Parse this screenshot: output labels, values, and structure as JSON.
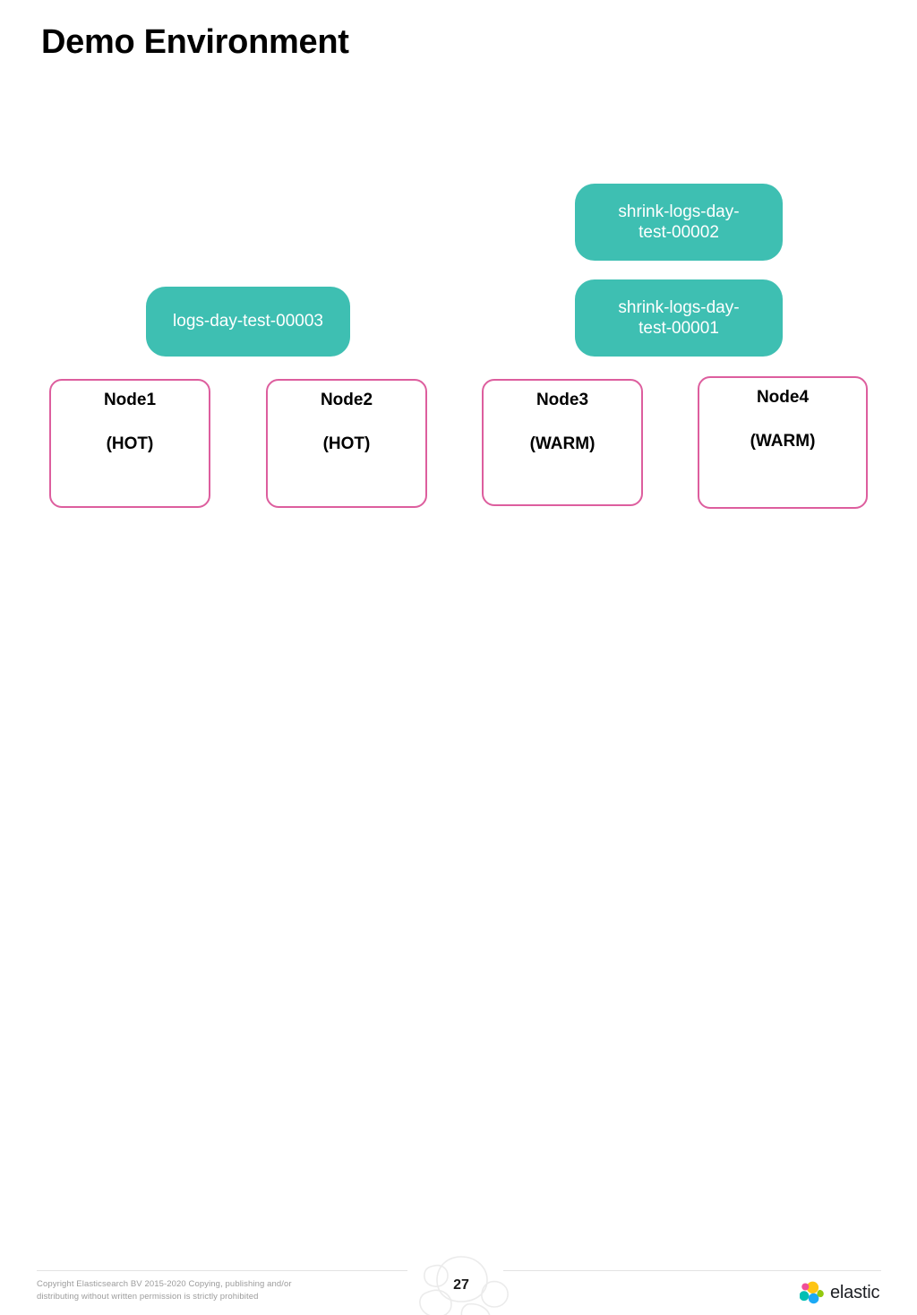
{
  "slide": {
    "title": "Demo Environment",
    "page_number": "27"
  },
  "diagram": {
    "indices": [
      {
        "id": "logs-day-test-00003",
        "label": "logs-day-test-00003",
        "color": "#3ebfb2"
      },
      {
        "id": "shrink-logs-day-test-00002",
        "label": "shrink-logs-day-\ntest-00002",
        "color": "#3ebfb2"
      },
      {
        "id": "shrink-logs-day-test-00001",
        "label": "shrink-logs-day-\ntest-00001",
        "color": "#3ebfb2"
      }
    ],
    "nodes": [
      {
        "id": "node1",
        "name": "Node1",
        "tier": "(HOT)",
        "border_color": "#dd5e9e"
      },
      {
        "id": "node2",
        "name": "Node2",
        "tier": "(HOT)",
        "border_color": "#dd5e9e"
      },
      {
        "id": "node3",
        "name": "Node3",
        "tier": "(WARM)",
        "border_color": "#dd5e9e"
      },
      {
        "id": "node4",
        "name": "Node4",
        "tier": "(WARM)",
        "border_color": "#dd5e9e"
      }
    ]
  },
  "footer": {
    "copyright": "Copyright Elasticsearch BV 2015-2020 Copying, publishing and/or\ndistributing without written permission is strictly prohibited",
    "brand_name": "elastic",
    "brand_colors": {
      "teal": "#00bfb3",
      "yellow": "#fec514",
      "pink": "#f04e98",
      "blue": "#1ba9f5",
      "green": "#93c90e",
      "dark": "#07c"
    }
  }
}
